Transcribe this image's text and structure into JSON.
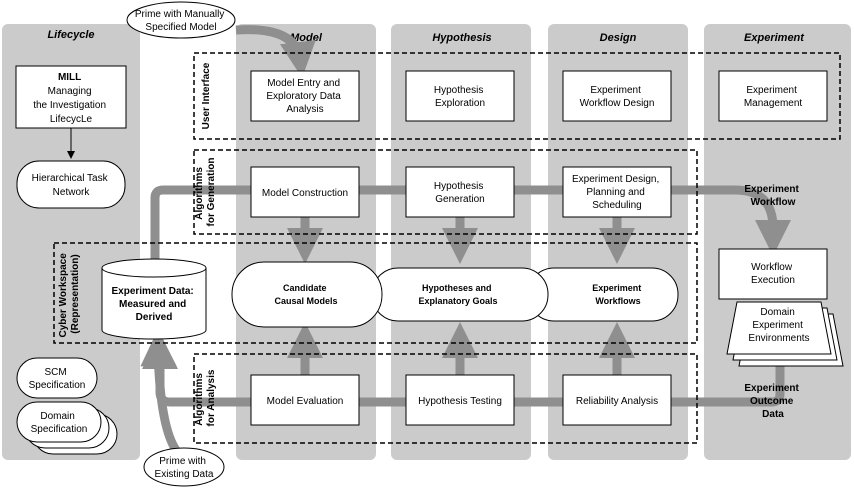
{
  "columns": {
    "lifecycle": "Lifecycle",
    "model": "Model",
    "hypothesis": "Hypothesis",
    "design": "Design",
    "experiment": "Experiment"
  },
  "rows": {
    "user_interface": "User Interface",
    "generation": [
      "Algorithms",
      "for Generation"
    ],
    "cyber": [
      "Cyber Workspace",
      "(Representation)"
    ],
    "analysis": [
      "Algorithms",
      "for Analysis"
    ]
  },
  "lifecycle": {
    "mill": [
      "MILL",
      "Managing",
      "the Investigation",
      "LifecycLe"
    ],
    "htn": [
      "Hierarchical Task",
      "Network"
    ],
    "scm": [
      "SCM",
      "Specification"
    ],
    "domain_spec": [
      "Domain",
      "Specification"
    ]
  },
  "callouts": {
    "prime_manual": [
      "Prime with Manually",
      "Specified Model"
    ],
    "prime_existing": [
      "Prime with",
      "Existing Data"
    ]
  },
  "boxes": {
    "model_entry": [
      "Model Entry and",
      "Exploratory Data",
      "Analysis"
    ],
    "hypothesis_exploration": [
      "Hypothesis",
      "Exploration"
    ],
    "experiment_workflow_design": [
      "Experiment",
      "Workflow Design"
    ],
    "experiment_management": [
      "Experiment",
      "Management"
    ],
    "model_construction": [
      "Model Construction"
    ],
    "hypothesis_generation": [
      "Hypothesis",
      "Generation"
    ],
    "experiment_design": [
      "Experiment Design,",
      "Planning and",
      "Scheduling"
    ],
    "model_evaluation": [
      "Model Evaluation"
    ],
    "hypothesis_testing": [
      "Hypothesis Testing"
    ],
    "reliability_analysis": [
      "Reliability Analysis"
    ],
    "workflow_execution": [
      "Workflow",
      "Execution"
    ],
    "domain_env": [
      "Domain",
      "Experiment",
      "Environments"
    ]
  },
  "datastore": [
    "Experiment Data:",
    "Measured and",
    "Derived"
  ],
  "pills": {
    "causal_models": [
      "Candidate",
      "Causal Models"
    ],
    "hypotheses": [
      "Hypotheses and",
      "Explanatory Goals"
    ],
    "workflows": [
      "Experiment",
      "Workflows"
    ]
  },
  "flow_labels": {
    "experiment_workflow": [
      "Experiment",
      "Workflow"
    ],
    "outcome_data": [
      "Experiment",
      "Outcome",
      "Data"
    ]
  }
}
